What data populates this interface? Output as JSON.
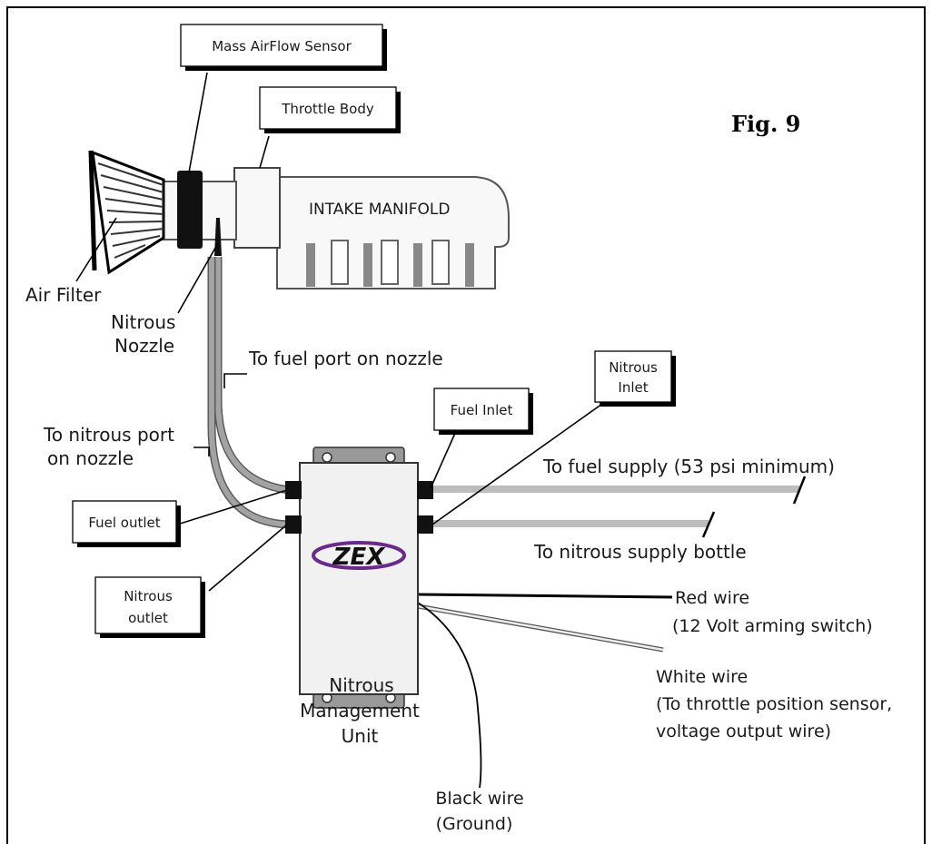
{
  "figure_label": "Fig. 9",
  "labels": {
    "mass_airflow_sensor": "Mass AirFlow Sensor",
    "throttle_body": "Throttle Body",
    "intake_manifold": "INTAKE MANIFOLD",
    "air_filter": "Air Filter",
    "nitrous_nozzle_line1": "Nitrous",
    "nitrous_nozzle_line2": "Nozzle",
    "to_fuel_port": "To fuel port on nozzle",
    "to_nitrous_port_line1": "To nitrous port",
    "to_nitrous_port_line2": "on nozzle",
    "nitrous_inlet_line1": "Nitrous",
    "nitrous_inlet_line2": "Inlet",
    "fuel_inlet": "Fuel  Inlet",
    "fuel_outlet": "Fuel outlet",
    "nitrous_outlet_line1": "Nitrous",
    "nitrous_outlet_line2": "outlet",
    "to_fuel_supply": "To fuel supply (53 psi minimum)",
    "to_nitrous_supply": "To nitrous supply bottle",
    "zex_logo": "ZEX",
    "red_wire_line1": "Red wire",
    "red_wire_line2": "(12 Volt arming switch)",
    "white_wire_line1": "White wire",
    "white_wire_line2": "(To throttle position sensor,",
    "white_wire_line3": "voltage output wire)",
    "nmu_line1": "Nitrous",
    "nmu_line2": "Management",
    "nmu_line3": "Unit",
    "black_wire_line1": "Black wire",
    "black_wire_line2": "(Ground)"
  },
  "colors": {
    "line": "#000000",
    "hose": "#9a9a9a",
    "hose_outline": "#5a5a5a",
    "unit_fill": "#f1f1f1",
    "logo_purple": "#6a2a8a"
  }
}
